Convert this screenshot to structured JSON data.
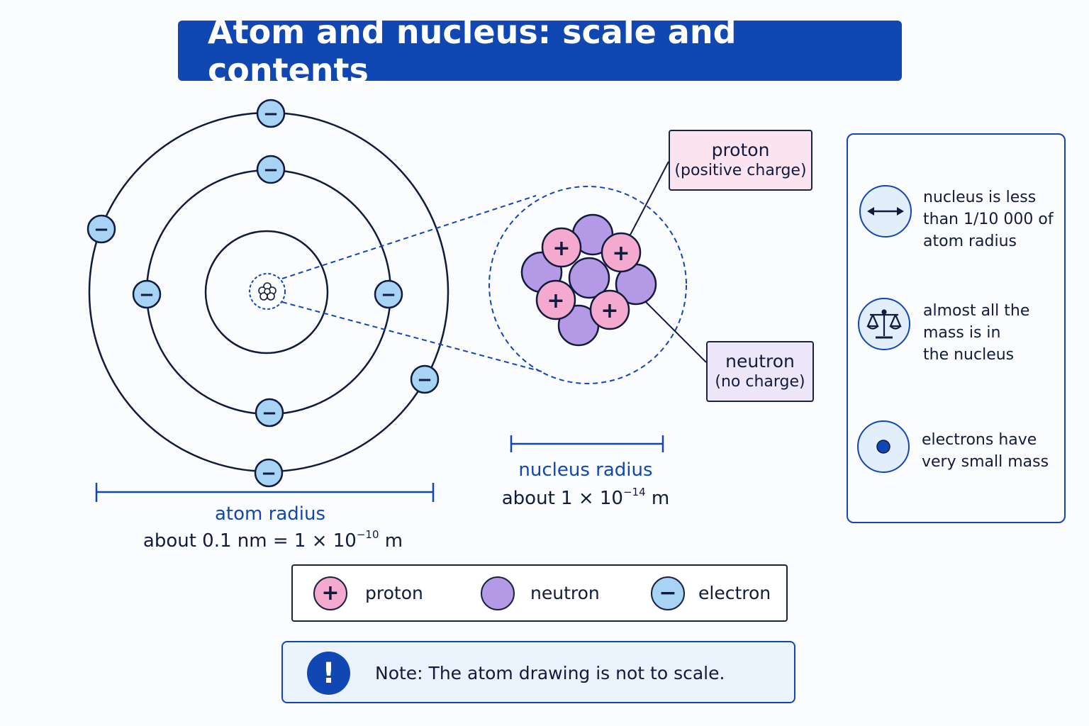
{
  "title": "Atom and nucleus: scale and contents",
  "callouts": {
    "proton_title": "proton",
    "proton_sub": "(positive charge)",
    "neutron_title": "neutron",
    "neutron_sub": "(no charge)"
  },
  "atom_measure": {
    "title": "atom radius",
    "value_prefix": "about 0.1 nm  =  1 × 10",
    "exponent": "−10",
    "unit": "m"
  },
  "nucleus_measure": {
    "title": "nucleus radius",
    "value_prefix": "about 1 × 10",
    "exponent": "−14",
    "unit": "m"
  },
  "facts": [
    {
      "icon": "double-arrow-icon",
      "text_lines": [
        "nucleus is less",
        "than 1/10 000 of",
        "atom radius"
      ]
    },
    {
      "icon": "balance-scale-icon",
      "text_lines": [
        "almost all the",
        "mass is in",
        "the nucleus"
      ]
    },
    {
      "icon": "dot-icon",
      "text_lines": [
        "electrons have",
        "very small mass"
      ]
    }
  ],
  "legend": {
    "proton_symbol": "+",
    "proton_label": "proton",
    "neutron_label": "neutron",
    "electron_symbol": "−",
    "electron_label": "electron"
  },
  "note": {
    "icon_symbol": "!",
    "text": "Note: The atom drawing is not to scale."
  },
  "particle_symbols": {
    "proton": "+",
    "electron": "−"
  },
  "colors": {
    "primary_blue": "#1147b3",
    "navy": "#101b3d",
    "proton_pink": "#f4a9cf",
    "neutron_purple": "#b49ae6",
    "electron_blue": "#a7d3f5"
  }
}
